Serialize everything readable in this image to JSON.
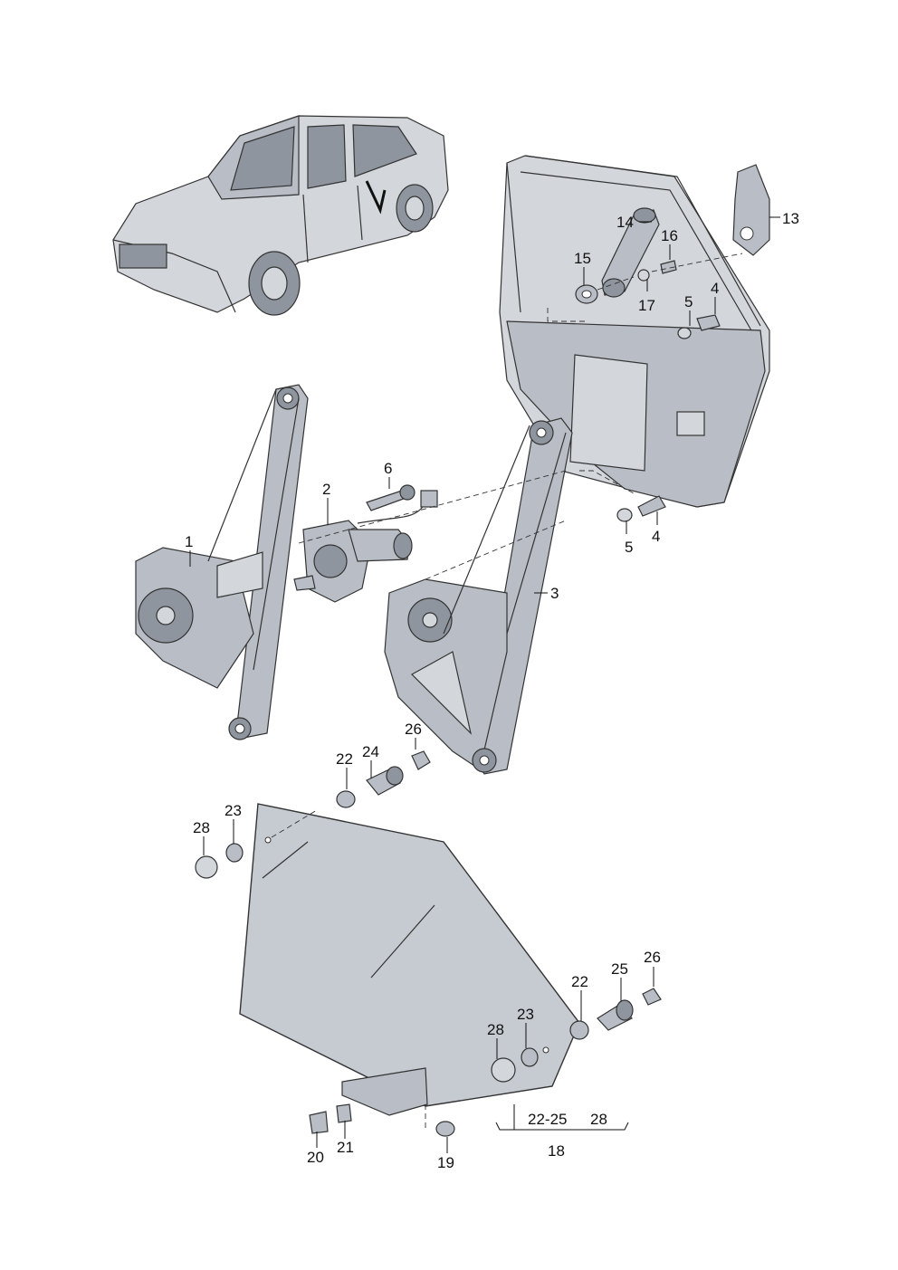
{
  "diagram": {
    "callouts": [
      {
        "id": "c13",
        "label": "13"
      },
      {
        "id": "c14",
        "label": "14"
      },
      {
        "id": "c16",
        "label": "16"
      },
      {
        "id": "c15",
        "label": "15"
      },
      {
        "id": "c17",
        "label": "17"
      },
      {
        "id": "c5a",
        "label": "5"
      },
      {
        "id": "c4a",
        "label": "4"
      },
      {
        "id": "c6",
        "label": "6"
      },
      {
        "id": "c2",
        "label": "2"
      },
      {
        "id": "c1",
        "label": "1"
      },
      {
        "id": "c5b",
        "label": "5"
      },
      {
        "id": "c4b",
        "label": "4"
      },
      {
        "id": "c3",
        "label": "3"
      },
      {
        "id": "c26a",
        "label": "26"
      },
      {
        "id": "c22a",
        "label": "22"
      },
      {
        "id": "c24",
        "label": "24"
      },
      {
        "id": "c28a",
        "label": "28"
      },
      {
        "id": "c23a",
        "label": "23"
      },
      {
        "id": "c26b",
        "label": "26"
      },
      {
        "id": "c25",
        "label": "25"
      },
      {
        "id": "c22b",
        "label": "22"
      },
      {
        "id": "c23b",
        "label": "23"
      },
      {
        "id": "c28b",
        "label": "28"
      },
      {
        "id": "c2225",
        "label": "22-25"
      },
      {
        "id": "c28c",
        "label": "28"
      },
      {
        "id": "c18",
        "label": "18"
      },
      {
        "id": "c20",
        "label": "20"
      },
      {
        "id": "c21",
        "label": "21"
      },
      {
        "id": "c19",
        "label": "19"
      }
    ]
  },
  "colors": {
    "part_fill": "#b9bec6",
    "part_dark": "#8f959e",
    "glass_fill": "#c6cbd2",
    "line": "#333333"
  }
}
